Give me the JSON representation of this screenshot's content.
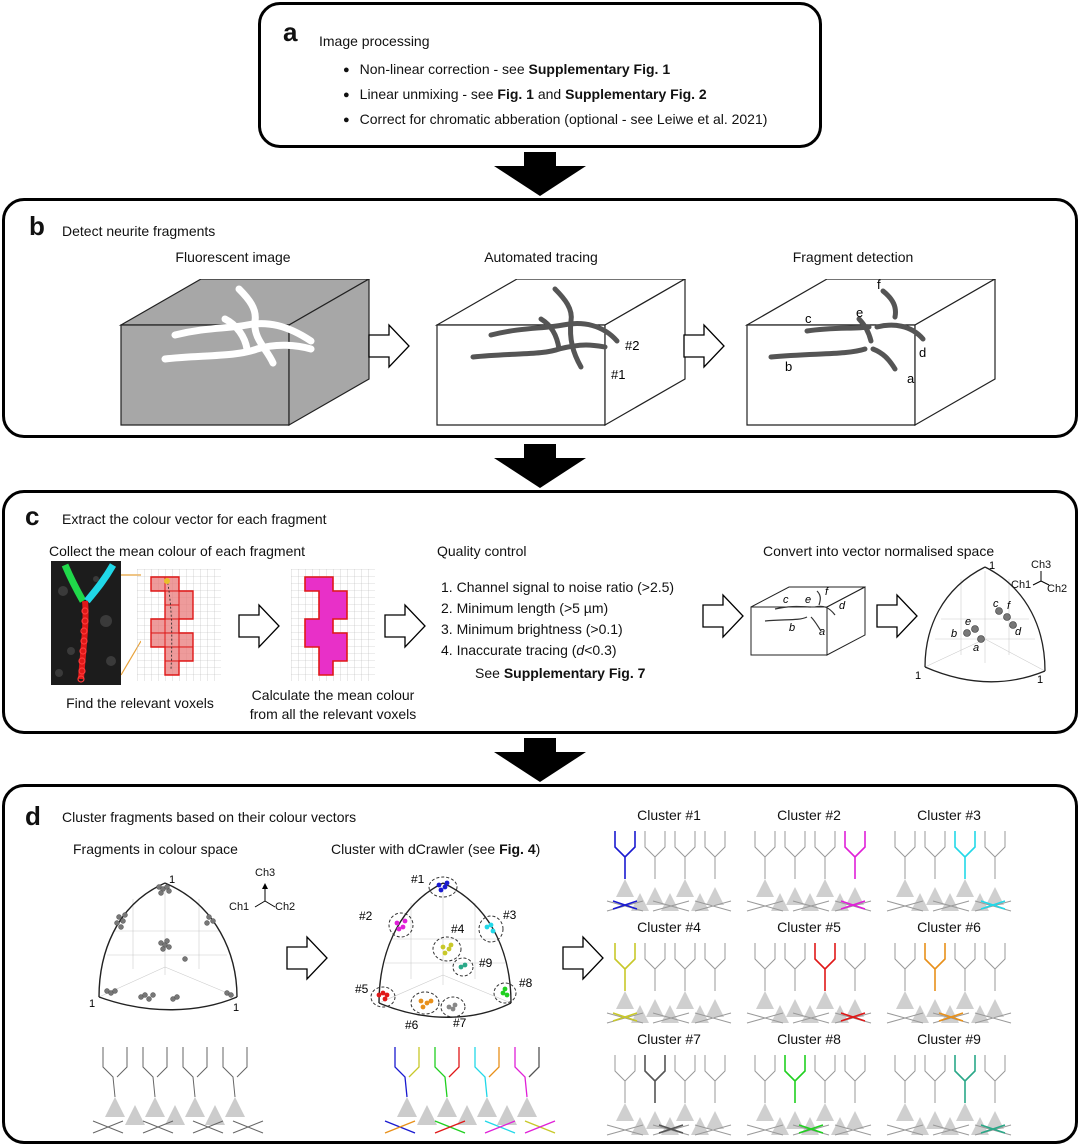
{
  "panel_a": {
    "letter": "a",
    "title": "Image processing",
    "bullets": [
      {
        "text": "Non-linear correction - see ",
        "bold": "Supplementary Fig. 1",
        "tail": "",
        "bold2": ""
      },
      {
        "text": "Linear unmixing - see ",
        "bold": "Fig. 1",
        "tail": " and ",
        "bold2": "Supplementary Fig. 2"
      },
      {
        "text": "Correct for chromatic abberation (optional - see Leiwe et al. 2021)",
        "bold": "",
        "tail": "",
        "bold2": ""
      }
    ]
  },
  "panel_b": {
    "letter": "b",
    "title": "Detect neurite fragments",
    "steps": [
      "Fluorescent image",
      "Automated tracing",
      "Fragment detection"
    ],
    "trace_labels": [
      "#2",
      "#1"
    ],
    "fragment_labels": [
      "f",
      "c",
      "e",
      "d",
      "b",
      "a"
    ]
  },
  "panel_c": {
    "letter": "c",
    "title": "Extract the colour vector for each fragment",
    "collect_title": "Collect the mean colour of each fragment",
    "find_caption": "Find the relevant voxels",
    "calc_caption_1": "Calculate the mean colour",
    "calc_caption_2": "from all the relevant voxels",
    "qc_title": "Quality control",
    "qc_items": [
      {
        "num": "1.",
        "text": "Channel signal to noise ratio (>2.5)",
        "ital": "",
        "tail": ""
      },
      {
        "num": "2.",
        "text": "Minimum length (>5 µm)",
        "ital": "",
        "tail": ""
      },
      {
        "num": "3.",
        "text": "Minimum brightness (>0.1)",
        "ital": "",
        "tail": ""
      },
      {
        "num": "4.",
        "text": "Inaccurate tracing (",
        "ital": "d",
        "tail": "<0.3)"
      }
    ],
    "qc_see": "See ",
    "qc_see_bold": "Supplementary Fig. 7",
    "convert_title": "Convert into vector normalised space",
    "axis_labels": [
      "Ch3",
      "Ch1",
      "Ch2"
    ],
    "axis_one": "1",
    "point_labels": [
      "c",
      "f",
      "b",
      "e",
      "d",
      "a"
    ]
  },
  "panel_d": {
    "letter": "d",
    "title": "Cluster fragments based on their colour vectors",
    "frag_title": "Fragments in colour space",
    "dcrawler_title": "Cluster with dCrawler (see ",
    "dcrawler_bold": "Fig. 4",
    "dcrawler_close": ")",
    "axis_labels": [
      "Ch3",
      "Ch1",
      "Ch2"
    ],
    "axis_one": "1",
    "cluster_tags": [
      "#1",
      "#2",
      "#3",
      "#4",
      "#5",
      "#6",
      "#7",
      "#8",
      "#9"
    ],
    "clusters": [
      {
        "label": "Cluster #1",
        "color": "#1a1ad0"
      },
      {
        "label": "Cluster #2",
        "color": "#e020d8"
      },
      {
        "label": "Cluster #3",
        "color": "#22d8e8"
      },
      {
        "label": "Cluster #4",
        "color": "#c8c82a"
      },
      {
        "label": "Cluster #5",
        "color": "#e01818"
      },
      {
        "label": "Cluster #6",
        "color": "#e8901a"
      },
      {
        "label": "Cluster #7",
        "color": "#555555"
      },
      {
        "label": "Cluster #8",
        "color": "#20d020"
      },
      {
        "label": "Cluster #9",
        "color": "#2aa888"
      }
    ]
  }
}
